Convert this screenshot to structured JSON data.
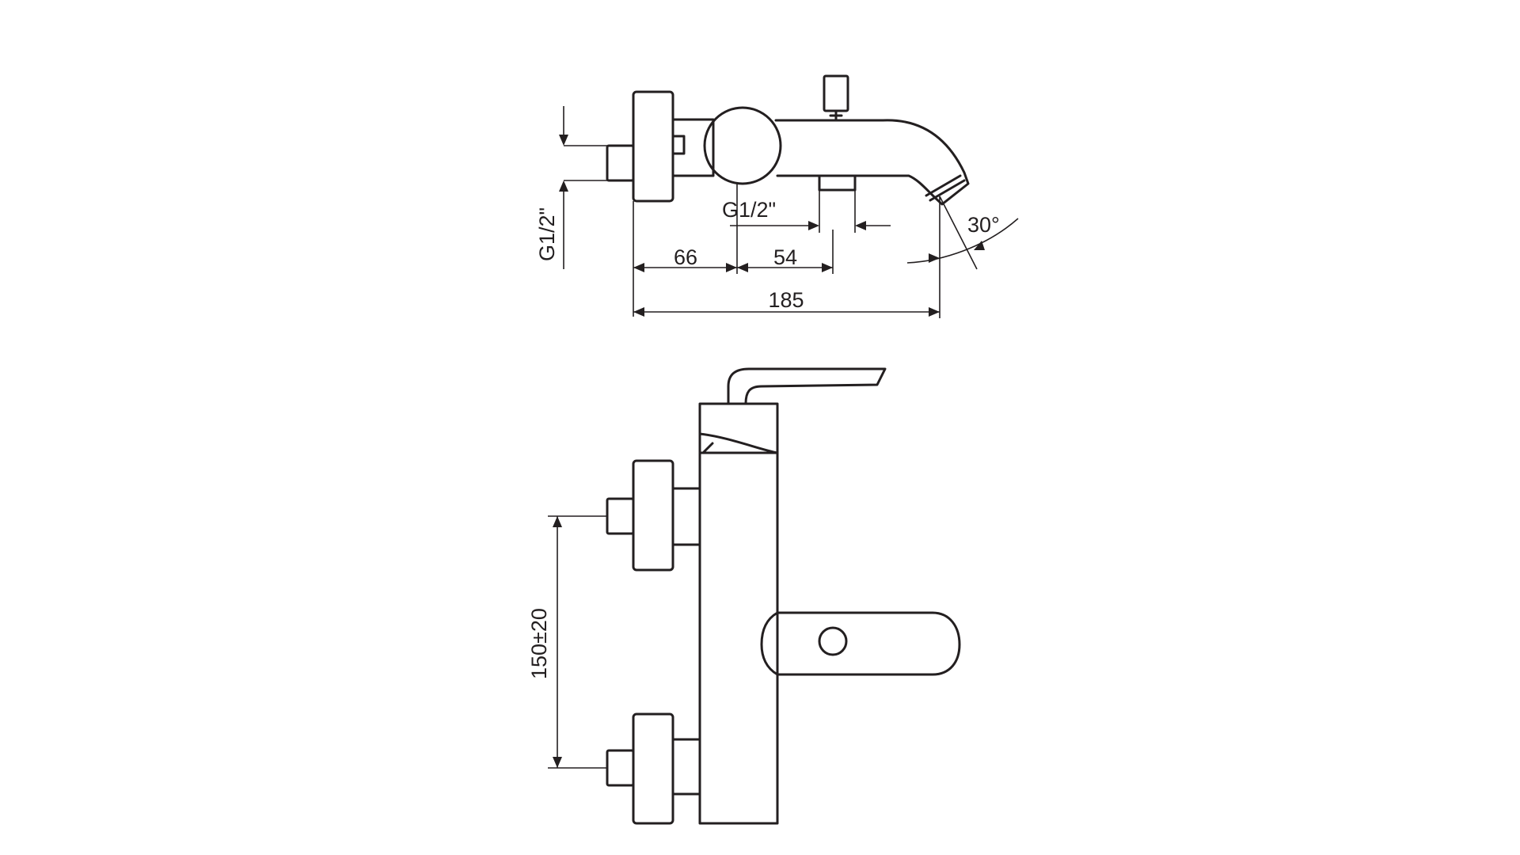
{
  "drawing": {
    "top_view": {
      "dim_inlet_thread": "G1/2\"",
      "dim_outlet_thread": "G1/2\"",
      "dim_66": "66",
      "dim_54": "54",
      "dim_185": "185",
      "dim_angle": "30°"
    },
    "front_view": {
      "dim_inlet_spacing": "150±20"
    }
  }
}
